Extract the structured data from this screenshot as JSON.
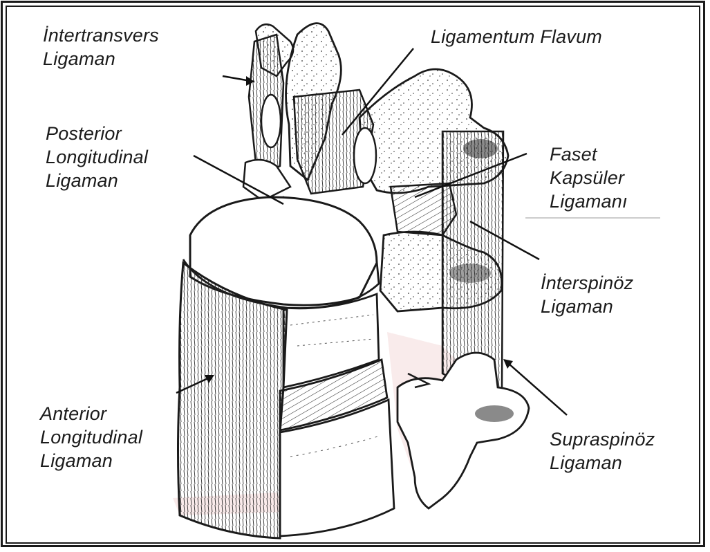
{
  "labels": {
    "intertransvers": [
      "İntertransvers",
      "Ligaman"
    ],
    "flavum": [
      "Ligamentum Flavum"
    ],
    "posterior": [
      "Posterior",
      "Longitudinal",
      "Ligaman"
    ],
    "faset": [
      "Faset",
      "Kapsüler",
      "Ligamanı"
    ],
    "interspinoz": [
      "İnterspinöz",
      "Ligaman"
    ],
    "anterior": [
      "Anterior",
      "Longitudinal",
      "Ligaman"
    ],
    "supraspinoz": [
      "Supraspinöz",
      "Ligaman"
    ]
  }
}
